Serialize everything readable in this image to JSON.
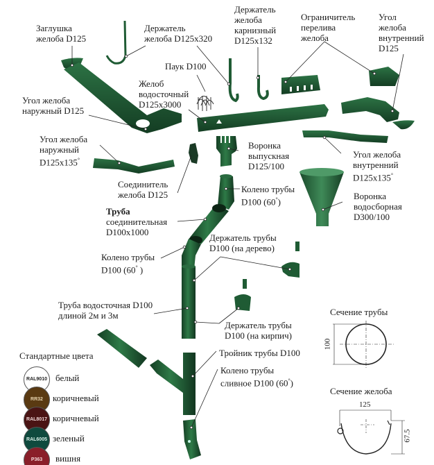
{
  "colors": {
    "part_green": "#1f5b34",
    "part_green_light": "#2f7a47",
    "part_green_dark": "#123b21",
    "leader_line": "#222222"
  },
  "parts": {
    "end_cap": [
      "Заглушка",
      "желоба D125"
    ],
    "gutter_bracket": [
      "Держатель",
      "желоба D125x320"
    ],
    "spider": "Паук D100",
    "fascia_bracket": [
      "Держатель",
      "желоба",
      "карнизный",
      "D125x132"
    ],
    "overflow_limiter": [
      "Ограничитель",
      "перелива",
      "желоба"
    ],
    "inner_corner": [
      "Угол",
      "желоба",
      "внутренний",
      "D125"
    ],
    "gutter": [
      "Желоб",
      "водосточный",
      "D125x3000"
    ],
    "outer_corner": [
      "Угол желоба",
      "наружный D125"
    ],
    "outer_corner_135": [
      "Угол желоба",
      "наружный",
      "D125x135",
      "°"
    ],
    "outlet_funnel": [
      "Воронка",
      "выпускная",
      "D125/100"
    ],
    "inner_corner_135": [
      "Угол желоба",
      "внутренний",
      "D125x135",
      "°"
    ],
    "gutter_connector": [
      "Соединитель",
      "желоба D125"
    ],
    "pipe_elbow_top": [
      "Колено трубы",
      "D100 (60",
      "°",
      ")"
    ],
    "collector_funnel": [
      "Воронка",
      "водосборная",
      "D300/100"
    ],
    "connecting_pipe": [
      "Труба",
      "соединительная",
      "D100x1000"
    ],
    "pipe_holder_wood": [
      "Держатель трубы",
      "D100 (на дерево)"
    ],
    "pipe_elbow_mid": [
      "Колено трубы",
      "D100 (60",
      "°",
      " )"
    ],
    "downpipe": [
      "Труба водосточная D100",
      "длиной 2м и 3м"
    ],
    "pipe_holder_brick": [
      "Держатель трубы",
      "D100 (на кирпич)"
    ],
    "pipe_tee": "Тройник трубы D100",
    "drain_elbow": [
      "Колено трубы",
      "сливное D100 (60",
      "°",
      ")"
    ]
  },
  "standard_colors": {
    "title": "Стандартные цвета",
    "items": [
      {
        "code": "RAL9010",
        "name": "белый",
        "hex": "#ffffff",
        "text": "#222222"
      },
      {
        "code": "RR32",
        "name": "коричневый",
        "hex": "#5a3a12",
        "text": "#e8d6b0"
      },
      {
        "code": "RAL8017",
        "name": "коричневый",
        "hex": "#4a1414",
        "text": "#f0d8d8"
      },
      {
        "code": "RAL6005",
        "name": "зеленый",
        "hex": "#0f4a3e",
        "text": "#d8f0e8"
      },
      {
        "code": "P363",
        "name": "вишня",
        "hex": "#8a1f2a",
        "text": "#f4dada"
      }
    ]
  },
  "sections": {
    "pipe": {
      "title": "Сечение трубы",
      "diameter": "100"
    },
    "gutter": {
      "title": "Сечение желоба",
      "width": "125",
      "depth": "67.5"
    }
  }
}
